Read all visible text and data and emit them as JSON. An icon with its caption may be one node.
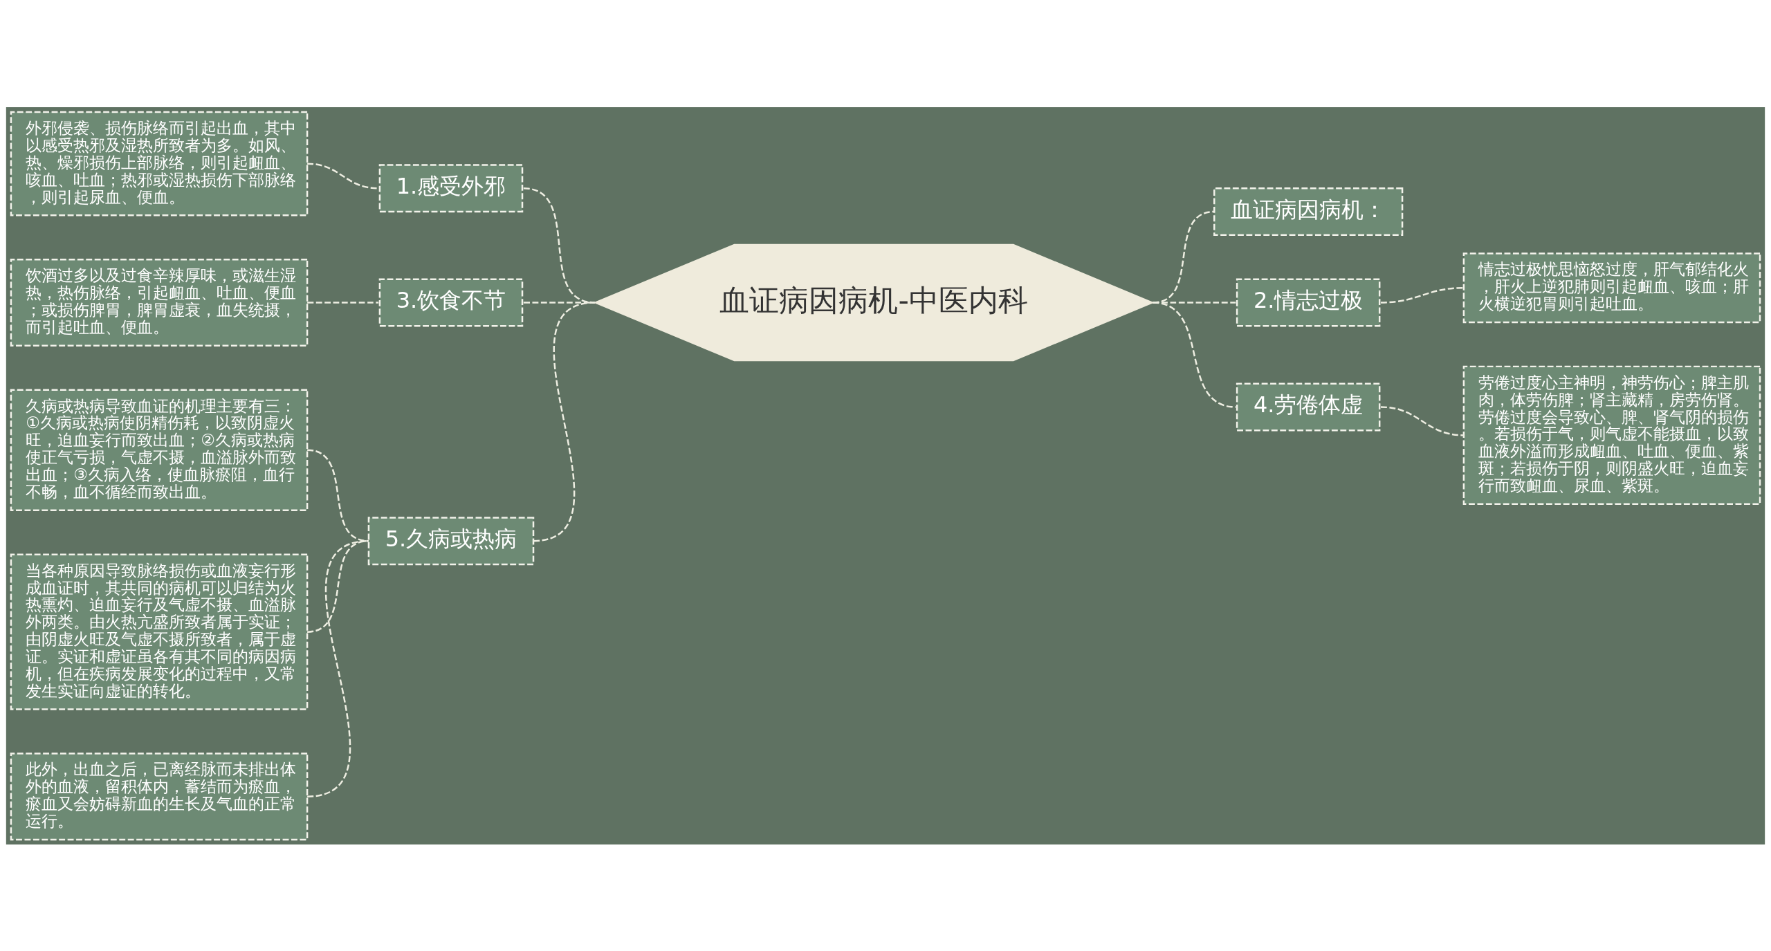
{
  "diagram": {
    "nodes": [
      {
        "text": [
          "血证病因病机-中医内科"
        ]
      },
      {
        "text": [
          "1.感受外邪"
        ]
      },
      {
        "text": [
          "外邪侵袭、损伤脉络而引起出血，其中以感受热邪及湿热所致者为多。如风、热、燥邪损伤上部脉络，则引起衄血、咳血、吐血；热邪或湿热损伤下部脉络，则引起尿血、便血。"
        ]
      },
      {
        "text": [
          "3.饮食不节"
        ]
      },
      {
        "text": [
          "饮酒过多以及过食辛辣厚味，或滋生湿热，热伤脉络，引起衄血、吐血、便血；或损伤脾胃，脾胃虚衰，血失统摄，而引起吐血、便血。"
        ]
      },
      {
        "text": [
          "5.久病或热病"
        ]
      },
      {
        "text": [
          "久病或热病导致血证的机理主要有三：①久病或热病使阴精伤耗，以致阴虚火旺，迫血妄行而致出血；②久病或热病使正气亏损，气虚不摄，血溢脉外而致出血；③久病入络，使血脉瘀阻，血行不畅，血不循经而致出血。"
        ]
      },
      {
        "text": [
          "当各种原因导致脉络损伤或血液妄行形成血证时，其共同的病机可以归结为火热熏灼、迫血妄行及气虚不摄、血溢脉外两类。由火热亢盛所致者属于实证；由阴虚火旺及气虚不摄所致者，属于虚证。实证和虚证虽各有其不同的病因病机，但在疾病发展变化的过程中，又常发生实证向虚证的转化。"
        ]
      },
      {
        "text": [
          "此外，出血之后，已离经脉而未排出体外的血液，留积体内，蓄结而为瘀血，瘀血又会妨碍新血的生长及气血的正常运行。"
        ]
      },
      {
        "text": [
          "血证病因病机："
        ]
      },
      {
        "text": [
          "2.情志过极"
        ]
      },
      {
        "text": [
          "情志过极忧思恼怒过度，肝气郁结化火，肝火上逆犯肺则引起衄血、咳血；肝火横逆犯胃则引起吐血。"
        ]
      },
      {
        "text": [
          "4.劳倦体虚"
        ]
      },
      {
        "text": [
          "劳倦过度心主神明，神劳伤心；脾主肌肉，体劳伤脾；肾主藏精，房劳伤肾。劳倦过度会导致心、脾、肾气阴的损伤。若损伤于气，则气虚不能摄血，以致血液外溢而形成衄血、吐血、便血、紫斑；若损伤于阴，则阴盛火旺，迫血妄行而致衄血、尿血、紫斑。"
        ]
      }
    ],
    "edges": [
      {
        "from": 2,
        "to": 1,
        "arrow": "none",
        "style": "dashed"
      },
      {
        "from": 1,
        "to": 0,
        "arrow": "none",
        "style": "dashed"
      },
      {
        "from": 4,
        "to": 3,
        "arrow": "none",
        "style": "dashed"
      },
      {
        "from": 3,
        "to": 0,
        "arrow": "none",
        "style": "dashed"
      },
      {
        "from": 6,
        "to": 5,
        "arrow": "none",
        "style": "dashed"
      },
      {
        "from": 7,
        "to": 5,
        "arrow": "none",
        "style": "dashed"
      },
      {
        "from": 8,
        "to": 5,
        "arrow": "none",
        "style": "dashed"
      },
      {
        "from": 5,
        "to": 0,
        "arrow": "none",
        "style": "dashed"
      },
      {
        "from": 0,
        "to": 9,
        "arrow": "none",
        "style": "dashed"
      },
      {
        "from": 0,
        "to": 10,
        "arrow": "none",
        "style": "dashed"
      },
      {
        "from": 10,
        "to": 11,
        "arrow": "none",
        "style": "dashed"
      },
      {
        "from": 0,
        "to": 12,
        "arrow": "none",
        "style": "dashed"
      },
      {
        "from": 12,
        "to": 13,
        "arrow": "none",
        "style": "dashed"
      }
    ]
  }
}
